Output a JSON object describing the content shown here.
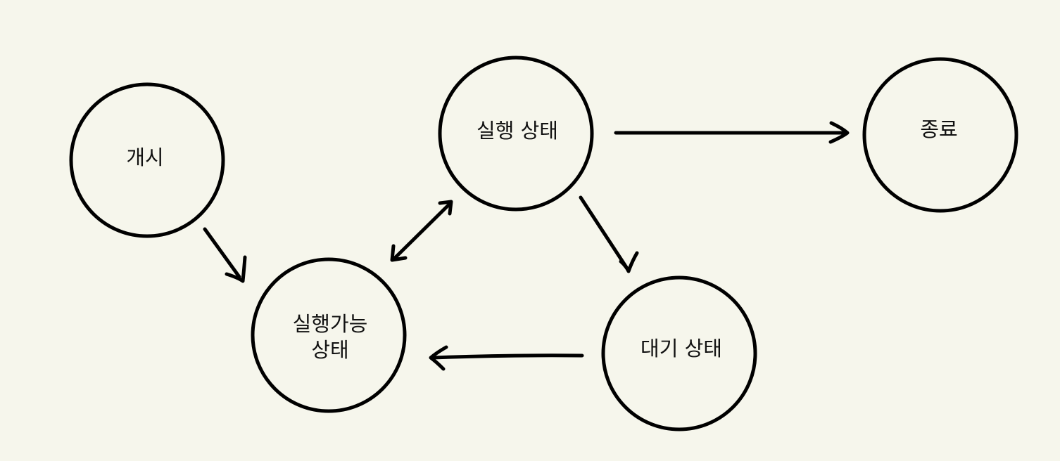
{
  "diagram": {
    "type": "state-transition-diagram",
    "colors": {
      "background": "#f6f6ec",
      "stroke": "#000000",
      "text": "#111111"
    },
    "nodes": {
      "start": {
        "lines": [
          "개시"
        ]
      },
      "running": {
        "lines": [
          "실행 상태"
        ]
      },
      "terminated": {
        "lines": [
          "종료"
        ]
      },
      "ready": {
        "lines": [
          "실행가능",
          "상태"
        ]
      },
      "waiting": {
        "lines": [
          "대기 상태"
        ]
      }
    },
    "edges": [
      {
        "from": "start",
        "to": "ready",
        "direction": "forward"
      },
      {
        "from": "ready",
        "to": "running",
        "direction": "both"
      },
      {
        "from": "running",
        "to": "terminated",
        "direction": "forward"
      },
      {
        "from": "running",
        "to": "waiting",
        "direction": "forward"
      },
      {
        "from": "waiting",
        "to": "ready",
        "direction": "forward"
      }
    ]
  }
}
